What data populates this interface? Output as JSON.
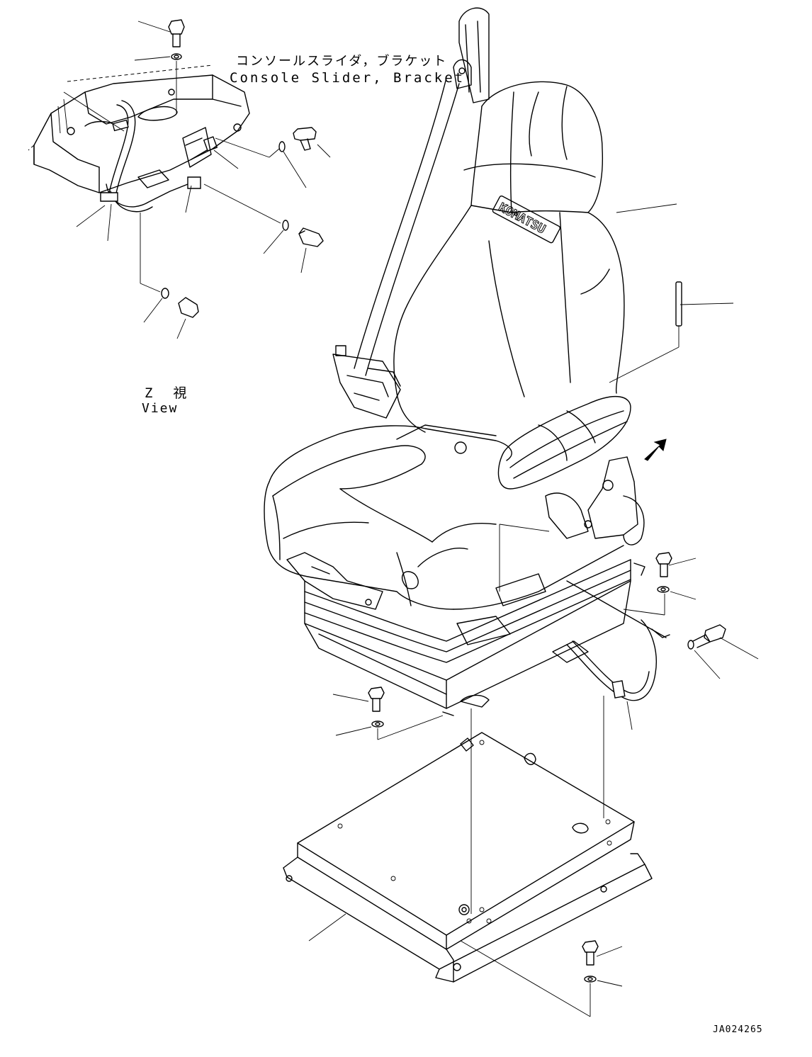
{
  "labels": {
    "console_caption_jp": "コンソールスライダ，ブラケット",
    "console_caption_en": "Console Slider, Bracket",
    "view_caption_jp": "Z  視",
    "view_caption_en": "View",
    "drawing_code": "JA024265"
  },
  "seat_logo_text": "KOMATSU"
}
